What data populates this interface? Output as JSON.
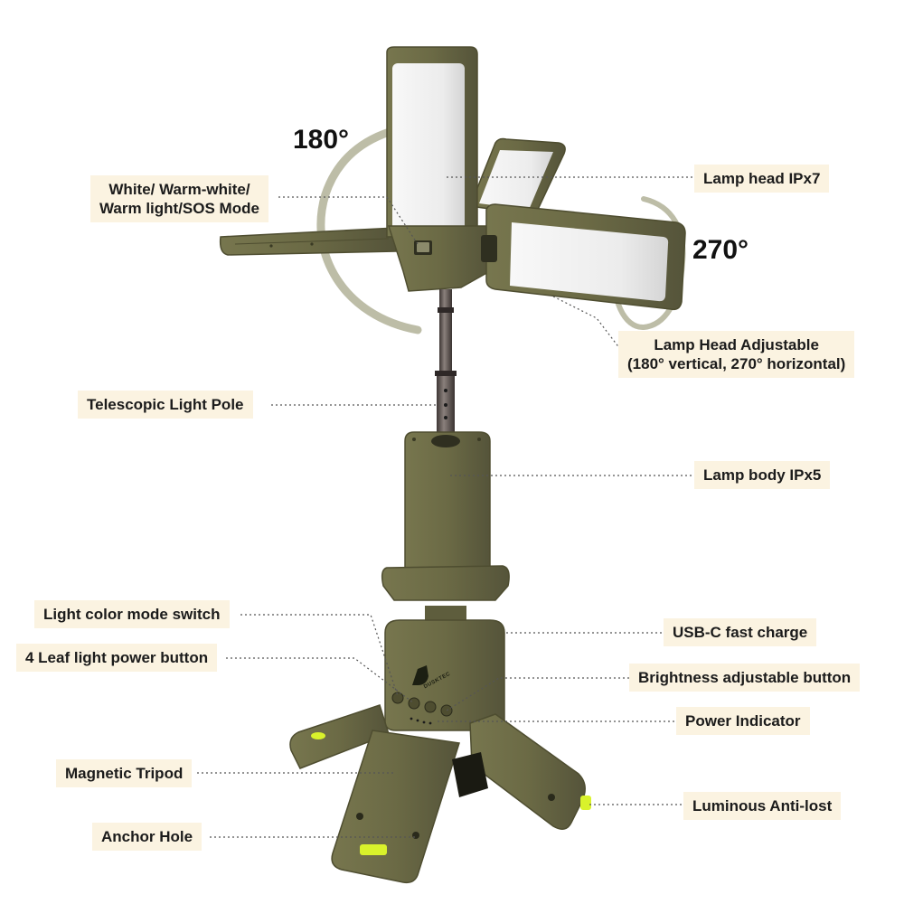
{
  "angles": {
    "vertical": "180°",
    "horizontal": "270°"
  },
  "brand": "DUSKTEC",
  "callouts": {
    "mode": {
      "line1": "White/ Warm-white/",
      "line2": "Warm light/SOS Mode"
    },
    "lamp_head": "Lamp head IPx7",
    "adjustable": {
      "line1": "Lamp Head Adjustable",
      "line2": "(180° vertical, 270° horizontal)"
    },
    "pole": "Telescopic Light Pole",
    "body": "Lamp body IPx5",
    "color_switch": "Light color mode switch",
    "usb": "USB-C fast charge",
    "power_button": "4 Leaf light power button",
    "brightness": "Brightness adjustable button",
    "indicator": "Power Indicator",
    "tripod": "Magnetic Tripod",
    "anti_lost": "Luminous Anti-lost",
    "anchor": "Anchor Hole"
  },
  "colors": {
    "olive": "#6b6a45",
    "olive_dark": "#4e4d30",
    "panel": "#eeeeee",
    "arrow": "#bdbda7",
    "luminous": "#d9f22b",
    "callout_bg": "#fbf3e1"
  }
}
